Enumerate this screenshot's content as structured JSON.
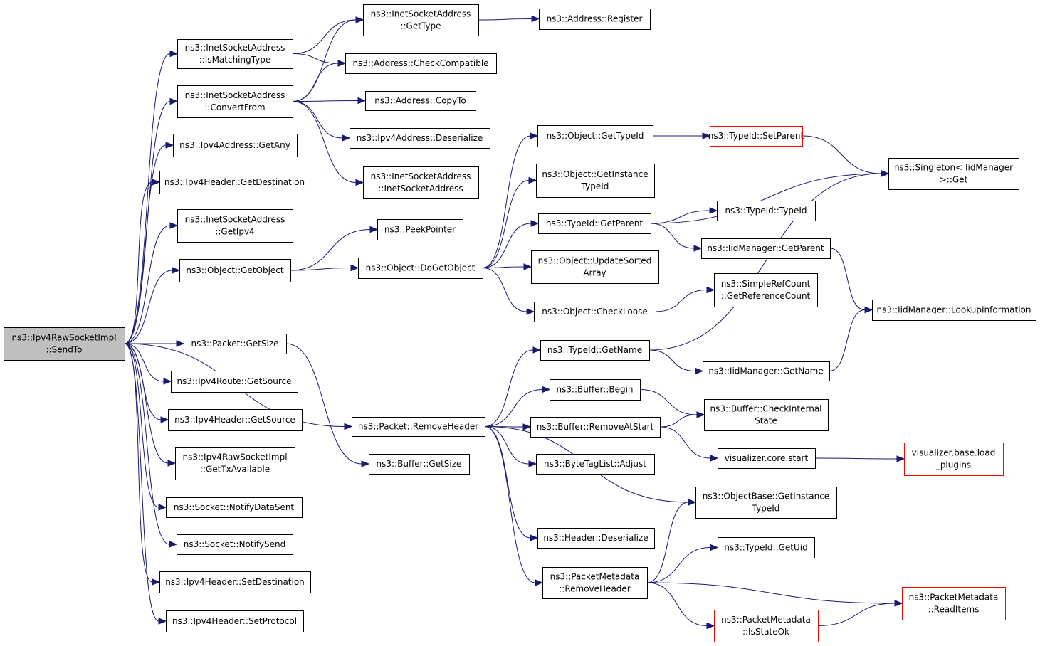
{
  "colors": {
    "edge": "#191970",
    "node_border": "#000000",
    "truncated_node_border": "#ff0000",
    "root_fill": "#bfbfbf",
    "background": "#ffffff"
  },
  "nodes": [
    {
      "id": "root",
      "lines": [
        "ns3::Ipv4RawSocketImpl",
        "::SendTo"
      ]
    },
    {
      "id": "isMatchingType",
      "lines": [
        "ns3::InetSocketAddress",
        "::IsMatchingType"
      ]
    },
    {
      "id": "convertFrom",
      "lines": [
        "ns3::InetSocketAddress",
        "::ConvertFrom"
      ]
    },
    {
      "id": "getAny",
      "lines": [
        "ns3::Ipv4Address::GetAny"
      ]
    },
    {
      "id": "getDestination",
      "lines": [
        "ns3::Ipv4Header::GetDestination"
      ]
    },
    {
      "id": "getIpv4",
      "lines": [
        "ns3::InetSocketAddress",
        "::GetIpv4"
      ]
    },
    {
      "id": "getObject",
      "lines": [
        "ns3::Object::GetObject"
      ]
    },
    {
      "id": "packetGetSize",
      "lines": [
        "ns3::Packet::GetSize"
      ]
    },
    {
      "id": "routeGetSource",
      "lines": [
        "ns3::Ipv4Route::GetSource"
      ]
    },
    {
      "id": "headerGetSource",
      "lines": [
        "ns3::Ipv4Header::GetSource"
      ]
    },
    {
      "id": "getTxAvailable",
      "lines": [
        "ns3::Ipv4RawSocketImpl",
        "::GetTxAvailable"
      ]
    },
    {
      "id": "notifyDataSent",
      "lines": [
        "ns3::Socket::NotifyDataSent"
      ]
    },
    {
      "id": "notifySend",
      "lines": [
        "ns3::Socket::NotifySend"
      ]
    },
    {
      "id": "setDestination",
      "lines": [
        "ns3::Ipv4Header::SetDestination"
      ]
    },
    {
      "id": "setProtocol",
      "lines": [
        "ns3::Ipv4Header::SetProtocol"
      ]
    },
    {
      "id": "getType",
      "lines": [
        "ns3::InetSocketAddress",
        "::GetType"
      ]
    },
    {
      "id": "register",
      "lines": [
        "ns3::Address::Register"
      ]
    },
    {
      "id": "checkCompatible",
      "lines": [
        "ns3::Address::CheckCompatible"
      ]
    },
    {
      "id": "copyTo",
      "lines": [
        "ns3::Address::CopyTo"
      ]
    },
    {
      "id": "deserializeAddr",
      "lines": [
        "ns3::Ipv4Address::Deserialize"
      ]
    },
    {
      "id": "inetCtor",
      "lines": [
        "ns3::InetSocketAddress",
        "::InetSocketAddress"
      ]
    },
    {
      "id": "peekPointer",
      "lines": [
        "ns3::PeekPointer"
      ]
    },
    {
      "id": "doGetObject",
      "lines": [
        "ns3::Object::DoGetObject"
      ]
    },
    {
      "id": "removeHeader",
      "lines": [
        "ns3::Packet::RemoveHeader"
      ]
    },
    {
      "id": "bufferGetSize",
      "lines": [
        "ns3::Buffer::GetSize"
      ]
    },
    {
      "id": "objGetTypeId",
      "lines": [
        "ns3::Object::GetTypeId"
      ]
    },
    {
      "id": "objGetInstance",
      "lines": [
        "ns3::Object::GetInstance",
        "TypeId"
      ]
    },
    {
      "id": "typeGetParent",
      "lines": [
        "ns3::TypeId::GetParent"
      ]
    },
    {
      "id": "updateSorted",
      "lines": [
        "ns3::Object::UpdateSorted",
        "Array"
      ]
    },
    {
      "id": "checkLoose",
      "lines": [
        "ns3::Object::CheckLoose"
      ]
    },
    {
      "id": "setParent",
      "lines": [
        "ns3::TypeId::SetParent"
      ],
      "truncated": true
    },
    {
      "id": "singletonGet",
      "lines": [
        "ns3::Singleton< IidManager",
        ">::Get"
      ]
    },
    {
      "id": "typeIdCtor",
      "lines": [
        "ns3::TypeId::TypeId"
      ]
    },
    {
      "id": "iidGetParent",
      "lines": [
        "ns3::IidManager::GetParent"
      ]
    },
    {
      "id": "lookupInfo",
      "lines": [
        "ns3::IidManager::LookupInformation"
      ]
    },
    {
      "id": "refCount",
      "lines": [
        "ns3::SimpleRefCount",
        "::GetReferenceCount"
      ]
    },
    {
      "id": "typeGetName",
      "lines": [
        "ns3::TypeId::GetName"
      ]
    },
    {
      "id": "iidGetName",
      "lines": [
        "ns3::IidManager::GetName"
      ]
    },
    {
      "id": "bufferBegin",
      "lines": [
        "ns3::Buffer::Begin"
      ]
    },
    {
      "id": "checkInternal",
      "lines": [
        "ns3::Buffer::CheckInternal",
        "State"
      ]
    },
    {
      "id": "removeAtStart",
      "lines": [
        "ns3::Buffer::RemoveAtStart"
      ]
    },
    {
      "id": "vizStart",
      "lines": [
        "visualizer.core.start"
      ]
    },
    {
      "id": "vizLoad",
      "lines": [
        "visualizer.base.load",
        "_plugins"
      ],
      "truncated": true
    },
    {
      "id": "byteTagAdjust",
      "lines": [
        "ns3::ByteTagList::Adjust"
      ]
    },
    {
      "id": "objBaseGetInst",
      "lines": [
        "ns3::ObjectBase::GetInstance",
        "TypeId"
      ]
    },
    {
      "id": "headerDeserialize",
      "lines": [
        "ns3::Header::Deserialize"
      ]
    },
    {
      "id": "pmRemoveHeader",
      "lines": [
        "ns3::PacketMetadata",
        "::RemoveHeader"
      ]
    },
    {
      "id": "getUid",
      "lines": [
        "ns3::TypeId::GetUid"
      ]
    },
    {
      "id": "readItems",
      "lines": [
        "ns3::PacketMetadata",
        "::ReadItems"
      ],
      "truncated": true
    },
    {
      "id": "isStateOk",
      "lines": [
        "ns3::PacketMetadata",
        "::IsStateOk"
      ],
      "truncated": true
    }
  ],
  "edges": [
    [
      "root",
      "isMatchingType"
    ],
    [
      "root",
      "convertFrom"
    ],
    [
      "root",
      "getAny"
    ],
    [
      "root",
      "getDestination"
    ],
    [
      "root",
      "getIpv4"
    ],
    [
      "root",
      "getObject"
    ],
    [
      "root",
      "removeHeader"
    ],
    [
      "root",
      "packetGetSize"
    ],
    [
      "root",
      "routeGetSource"
    ],
    [
      "root",
      "headerGetSource"
    ],
    [
      "root",
      "getTxAvailable"
    ],
    [
      "root",
      "notifyDataSent"
    ],
    [
      "root",
      "notifySend"
    ],
    [
      "root",
      "setDestination"
    ],
    [
      "root",
      "setProtocol"
    ],
    [
      "isMatchingType",
      "getType"
    ],
    [
      "isMatchingType",
      "checkCompatible"
    ],
    [
      "convertFrom",
      "getType"
    ],
    [
      "convertFrom",
      "checkCompatible"
    ],
    [
      "convertFrom",
      "copyTo"
    ],
    [
      "convertFrom",
      "deserializeAddr"
    ],
    [
      "convertFrom",
      "inetCtor"
    ],
    [
      "getType",
      "register"
    ],
    [
      "getObject",
      "peekPointer"
    ],
    [
      "getObject",
      "doGetObject"
    ],
    [
      "doGetObject",
      "objGetTypeId"
    ],
    [
      "doGetObject",
      "objGetInstance"
    ],
    [
      "doGetObject",
      "typeGetParent"
    ],
    [
      "doGetObject",
      "updateSorted"
    ],
    [
      "doGetObject",
      "checkLoose"
    ],
    [
      "objGetTypeId",
      "setParent"
    ],
    [
      "setParent",
      "singletonGet"
    ],
    [
      "typeGetParent",
      "singletonGet"
    ],
    [
      "typeGetParent",
      "typeIdCtor"
    ],
    [
      "typeGetParent",
      "iidGetParent"
    ],
    [
      "iidGetParent",
      "lookupInfo"
    ],
    [
      "checkLoose",
      "refCount"
    ],
    [
      "packetGetSize",
      "bufferGetSize"
    ],
    [
      "removeHeader",
      "typeGetName"
    ],
    [
      "removeHeader",
      "bufferBegin"
    ],
    [
      "removeHeader",
      "removeAtStart"
    ],
    [
      "removeHeader",
      "byteTagAdjust"
    ],
    [
      "removeHeader",
      "objBaseGetInst"
    ],
    [
      "removeHeader",
      "headerDeserialize"
    ],
    [
      "removeHeader",
      "pmRemoveHeader"
    ],
    [
      "typeGetName",
      "singletonGet"
    ],
    [
      "typeGetName",
      "iidGetName"
    ],
    [
      "iidGetName",
      "lookupInfo"
    ],
    [
      "bufferBegin",
      "checkInternal"
    ],
    [
      "removeAtStart",
      "checkInternal"
    ],
    [
      "removeAtStart",
      "vizStart"
    ],
    [
      "vizStart",
      "vizLoad"
    ],
    [
      "pmRemoveHeader",
      "objBaseGetInst"
    ],
    [
      "pmRemoveHeader",
      "getUid"
    ],
    [
      "pmRemoveHeader",
      "readItems"
    ],
    [
      "pmRemoveHeader",
      "isStateOk"
    ],
    [
      "isStateOk",
      "readItems"
    ]
  ]
}
